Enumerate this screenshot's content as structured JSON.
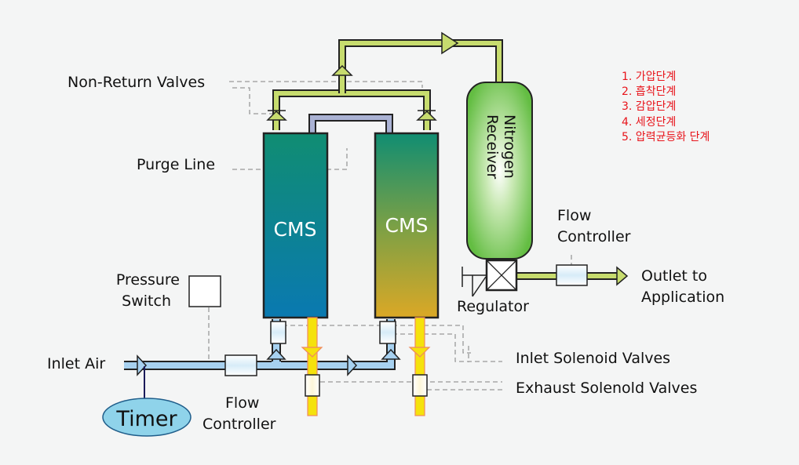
{
  "diagram": {
    "title": "Nitrogen PSA Generator Process",
    "colors": {
      "background": "#f4f5f5",
      "nitrogen_line": "#c7dc6e",
      "air_line": "#a7d1f0",
      "purge_line": "#aab2d4",
      "exhaust_line": "#f5e20c",
      "exhaust_edge": "#f08a5d",
      "receiver": "#63bd42",
      "cms_a_top": "#108d72",
      "cms_a_bottom": "#0a79b1",
      "cms_b_top": "#108d72",
      "cms_b_bottom": "#dba826",
      "step_text": "#e8141b",
      "timer_fill": "#8fd3ea"
    },
    "labels": {
      "non_return_valves": "Non-Return Valves",
      "purge_line": "Purge Line",
      "pressure_switch_1": "Pressure",
      "pressure_switch_2": "Switch",
      "inlet_air": "Inlet Air",
      "timer": "Timer",
      "flow_controller_inlet_1": "Flow",
      "flow_controller_inlet_2": "Controller",
      "cms_left": "CMS",
      "cms_right": "CMS",
      "receiver_1": "Nitrogen",
      "receiver_2": "Receiver",
      "flow_controller_outlet_1": "Flow",
      "flow_controller_outlet_2": "Controller",
      "regulator": "Regulator",
      "outlet_1": "Outlet to",
      "outlet_2": "Application",
      "inlet_solenoid_valves": "Inlet Solenoid Valves",
      "exhaust_solenoid_valves": "Exhaust Solenold Valves"
    },
    "steps": [
      "1. 가압단계",
      "2. 흡착단계",
      "3. 감압단계",
      "4. 세정단계",
      "5. 압력균등화 단계"
    ]
  }
}
